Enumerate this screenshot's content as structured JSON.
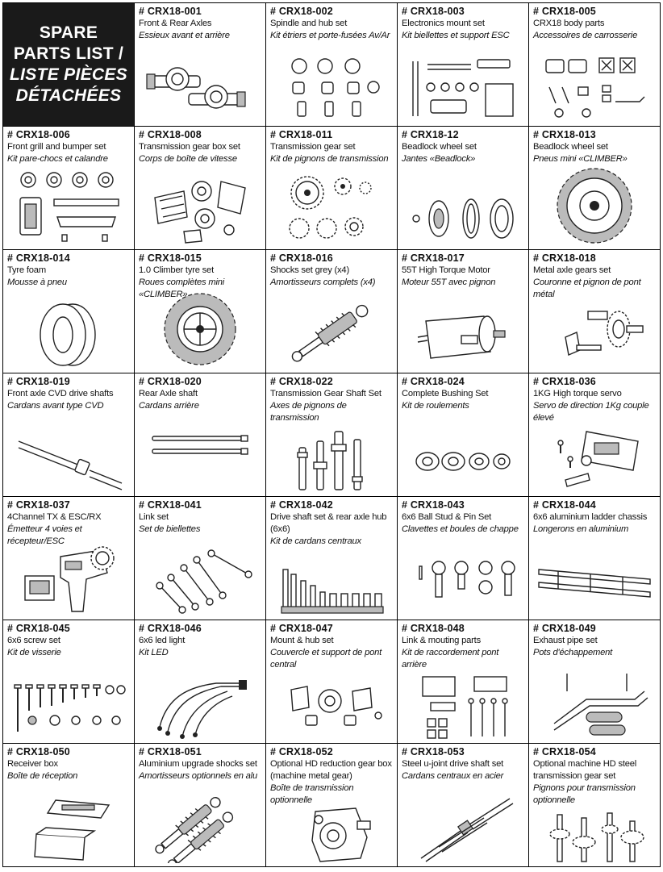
{
  "header": {
    "line1": "SPARE",
    "line2": "PARTS LIST /",
    "line3": "LISTE PIÈCES",
    "line4": "DÉTACHÉES"
  },
  "parts": [
    {
      "code": "# CRX18-001",
      "en": "Front & Rear Axles",
      "fr": "Essieux avant et arrière",
      "icon": "axles-icon"
    },
    {
      "code": "# CRX18-002",
      "en": "Spindle and hub set",
      "fr": "Kit étriers et porte-fusées Av/Ar",
      "icon": "spindle-hub-icon"
    },
    {
      "code": "# CRX18-003",
      "en": "Electronics mount set",
      "fr": "Kit biellettes et support ESC",
      "icon": "electronics-mount-icon"
    },
    {
      "code": "# CRX18-005",
      "en": "CRX18 body parts",
      "fr": "Accessoires de carrosserie",
      "icon": "body-parts-icon"
    },
    {
      "code": "# CRX18-006",
      "en": "Front grill and bumper set",
      "fr": "Kit pare-chocs et calandre",
      "icon": "bumper-icon"
    },
    {
      "code": "# CRX18-008",
      "en": "Transmission gear box set",
      "fr": "Corps de boîte de vitesse",
      "icon": "gearbox-icon"
    },
    {
      "code": "# CRX18-011",
      "en": "Transmission gear set",
      "fr": "Kit de pignons de transmission",
      "icon": "gears-icon"
    },
    {
      "code": "# CRX18-12",
      "en": "Beadlock wheel set",
      "fr": "Jantes «Beadlock»",
      "icon": "beadlock-wheel-icon"
    },
    {
      "code": "# CRX18-013",
      "en": "Beadlock wheel set",
      "fr": "Pneus mini «CLIMBER»",
      "icon": "tyre-icon"
    },
    {
      "code": "# CRX18-014",
      "en": "Tyre foam",
      "fr": "Mousse à pneu",
      "icon": "tyre-foam-icon"
    },
    {
      "code": "# CRX18-015",
      "en": "1.0 Climber tyre set",
      "fr": "Roues complètes mini «CLIMBER»",
      "icon": "wheel-icon"
    },
    {
      "code": "# CRX18-016",
      "en": "Shocks set grey (x4)",
      "fr": "Amortisseurs complets (x4)",
      "icon": "shock-icon"
    },
    {
      "code": "# CRX18-017",
      "en": "55T High Torque Motor",
      "fr": "Moteur 55T avec pignon",
      "icon": "motor-icon"
    },
    {
      "code": "# CRX18-018",
      "en": "Metal axle gears set",
      "fr": "Couronne et pignon de pont métal",
      "icon": "axle-gears-icon"
    },
    {
      "code": "# CRX18-019",
      "en": "Front axle CVD drive shafts",
      "fr": "Cardans avant type CVD",
      "icon": "cvd-shaft-icon"
    },
    {
      "code": "# CRX18-020",
      "en": "Rear Axle shaft",
      "fr": "Cardans arrière",
      "icon": "rear-shaft-icon"
    },
    {
      "code": "# CRX18-022",
      "en": "Transmission Gear Shaft Set",
      "fr": "Axes de pignons de transmission",
      "icon": "gear-shaft-icon"
    },
    {
      "code": "# CRX18-024",
      "en": "Complete Bushing Set",
      "fr": "Kit de roulements",
      "icon": "bushing-icon"
    },
    {
      "code": "# CRX18-036",
      "en": "1KG High torque servo",
      "fr": "Servo de direction 1Kg couple élevé",
      "icon": "servo-icon"
    },
    {
      "code": "# CRX18-037",
      "en": "4Channel TX & ESC/RX",
      "fr": "Émetteur 4 voies et récepteur/ESC",
      "icon": "transmitter-icon"
    },
    {
      "code": "# CRX18-041",
      "en": "Link set",
      "fr": "Set de biellettes",
      "icon": "link-set-icon"
    },
    {
      "code": "# CRX18-042",
      "en": "Drive shaft set & rear axle hub (6x6)",
      "fr": "Kit de cardans centraux",
      "icon": "drive-shaft-icon"
    },
    {
      "code": "# CRX18-043",
      "en": "6x6 Ball Stud & Pin Set",
      "fr": "Clavettes et boules de chappe",
      "icon": "ball-stud-icon"
    },
    {
      "code": "# CRX18-044",
      "en": "6x6 aluminium ladder chassis",
      "fr": "Longerons en aluminium",
      "icon": "chassis-icon"
    },
    {
      "code": "# CRX18-045",
      "en": "6x6 screw set",
      "fr": "Kit de visserie",
      "icon": "screws-icon"
    },
    {
      "code": "# CRX18-046",
      "en": "6x6 led light",
      "fr": "Kit LED",
      "icon": "led-icon"
    },
    {
      "code": "# CRX18-047",
      "en": "Mount & hub set",
      "fr": "Couvercle et support de pont central",
      "icon": "mount-hub-icon"
    },
    {
      "code": "# CRX18-048",
      "en": "Link & mouting parts",
      "fr": "Kit de raccordement pont arrière",
      "icon": "link-mount-icon"
    },
    {
      "code": "# CRX18-049",
      "en": "Exhaust pipe set",
      "fr": "Pots d'échappement",
      "icon": "exhaust-icon"
    },
    {
      "code": "# CRX18-050",
      "en": "Receiver box",
      "fr": "Boîte de réception",
      "icon": "receiver-box-icon"
    },
    {
      "code": "# CRX18-051",
      "en": "Aluminium upgrade shocks set",
      "fr": "Amortisseurs optionnels en alu",
      "icon": "alu-shocks-icon"
    },
    {
      "code": "# CRX18-052",
      "en": "Optional HD reduction gear box (machine metal gear)",
      "fr": "Boîte de transmission optionnelle",
      "icon": "hd-gearbox-icon"
    },
    {
      "code": "# CRX18-053",
      "en": "Steel u-joint drive shaft set",
      "fr": "Cardans centraux en acier",
      "icon": "ujoint-shaft-icon"
    },
    {
      "code": "# CRX18-054",
      "en": "Optional machine HD steel transmission gear set",
      "fr": "Pignons pour transmission optionnelle",
      "icon": "hd-gears-icon"
    }
  ]
}
